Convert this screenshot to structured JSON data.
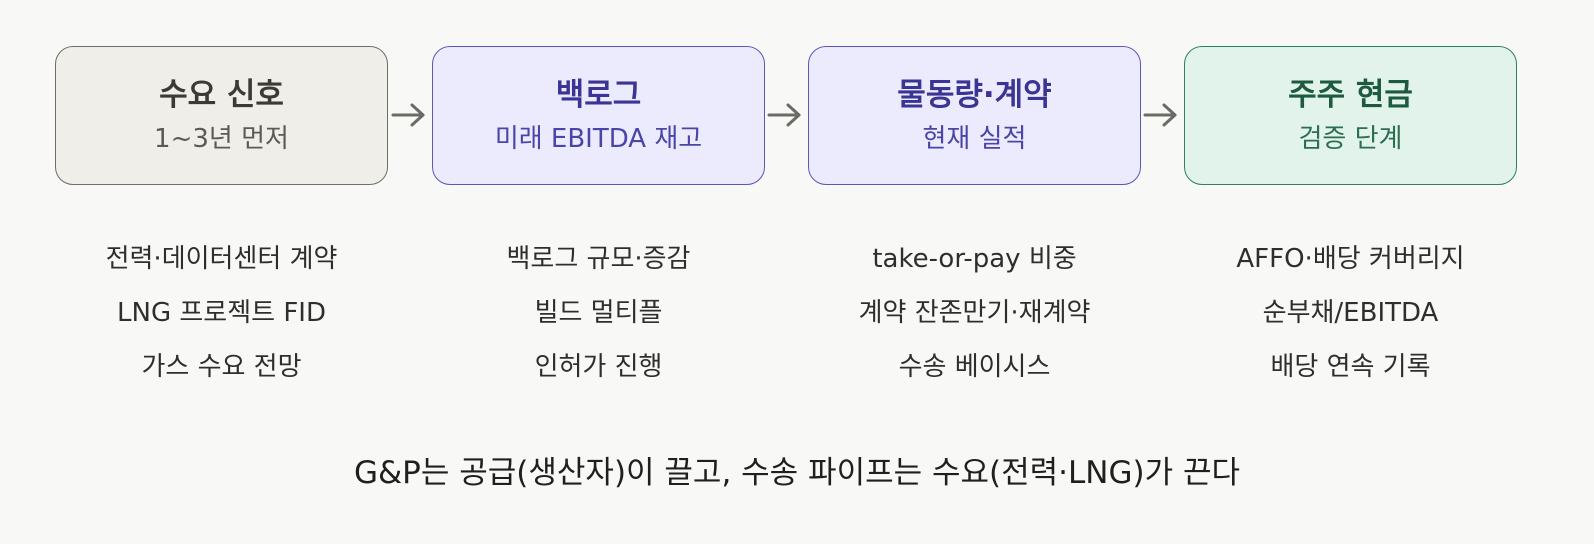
{
  "stages": [
    {
      "title": "수요 신호",
      "subtitle": "1~3년 먼저"
    },
    {
      "title": "백로그",
      "subtitle": "미래 EBITDA 재고"
    },
    {
      "title": "물동량·계약",
      "subtitle": "현재 실적"
    },
    {
      "title": "주주 현금",
      "subtitle": "검증 단계"
    }
  ],
  "columns": [
    {
      "items": [
        "전력·데이터센터 계약",
        "LNG 프로젝트 FID",
        "가스 수요 전망"
      ]
    },
    {
      "items": [
        "백로그 규모·증감",
        "빌드 멀티플",
        "인허가 진행"
      ]
    },
    {
      "items": [
        "take-or-pay 비중",
        "계약 잔존만기·재계약",
        "수송 베이시스"
      ]
    },
    {
      "items": [
        "AFFO·배당 커버리지",
        "순부채/EBITDA",
        "배당 연속 기록"
      ]
    }
  ],
  "footer": {
    "text": "G&P는 공급(생산자)이 끌고, 수송 파이프는 수요(전력·LNG)가 끈다"
  },
  "colors": {
    "background": "#f8f8f6",
    "neutral_fill": "#efeee8",
    "neutral_stroke": "#6f6e66",
    "purple_fill": "#ecebfd",
    "purple_stroke": "#5a57b8",
    "green_fill": "#e1f3eb",
    "green_stroke": "#2e8060",
    "arrow": "#6b6b66"
  }
}
